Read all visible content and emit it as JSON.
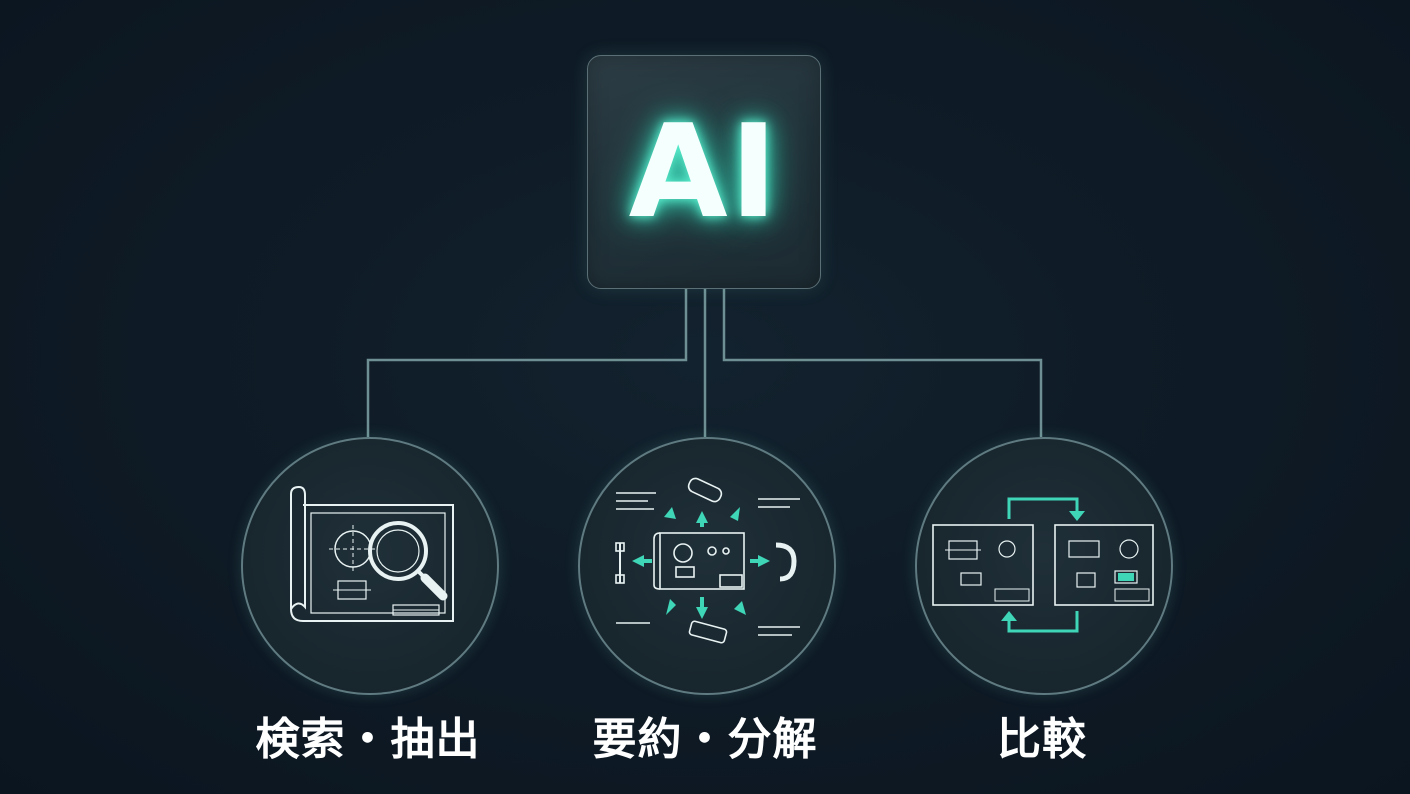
{
  "center": {
    "label": "AI"
  },
  "nodes": [
    {
      "label": "検索・抽出",
      "icon": "blueprint-magnifier-icon"
    },
    {
      "label": "要約・分解",
      "icon": "blueprint-decompose-icon"
    },
    {
      "label": "比較",
      "icon": "blueprint-compare-icon"
    }
  ],
  "colors": {
    "background": "#0e1a25",
    "accent": "#3fd6b8",
    "line": "#7fa3a6",
    "text": "#ffffff"
  }
}
